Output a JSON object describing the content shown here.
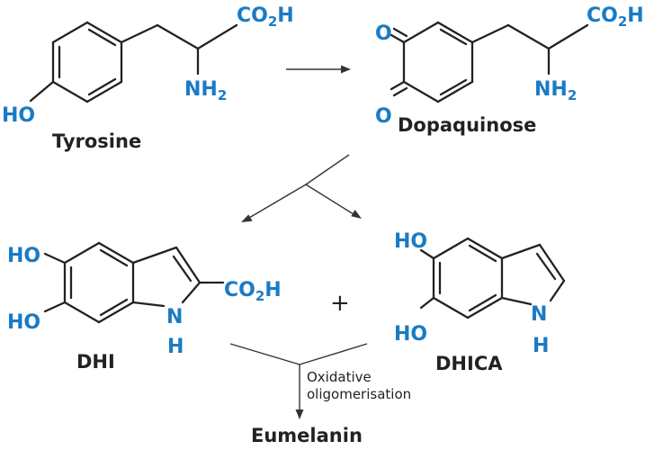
{
  "colors": {
    "heteroatom": "#1a7bc4",
    "text": "#222222"
  },
  "molecules": {
    "tyrosine": {
      "name": "Tyrosine",
      "acid": [
        "CO",
        "2",
        "H"
      ],
      "amine": [
        "NH",
        "2"
      ],
      "hydroxyl": "HO"
    },
    "dopaquinose": {
      "name": "Dopaquinose",
      "acid": [
        "CO",
        "2",
        "H"
      ],
      "amine": [
        "NH",
        "2"
      ],
      "oxo1": "O",
      "oxo2": "O"
    },
    "dhi": {
      "name": "DHI",
      "hydroxyl1": "HO",
      "hydroxyl2": "HO",
      "acid": [
        "CO",
        "2",
        "H"
      ],
      "n": "N",
      "h": "H"
    },
    "dhica": {
      "name": "DHICA",
      "hydroxyl1": "HO",
      "hydroxyl2": "HO",
      "n": "N",
      "h": "H"
    }
  },
  "plus": "+",
  "annotation": {
    "line1": "Oxidative",
    "line2": "oligomerisation"
  },
  "product": {
    "name": "Eumelanin"
  }
}
